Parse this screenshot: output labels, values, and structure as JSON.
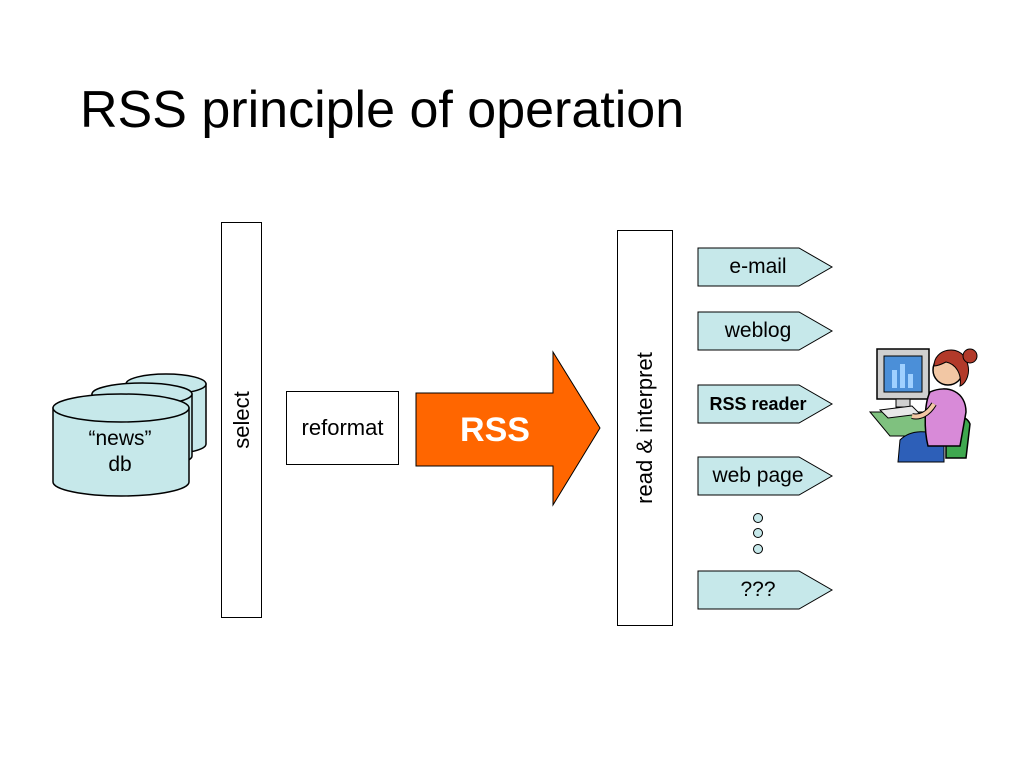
{
  "title": "RSS principle of operation",
  "database": {
    "label_line1": "“news”",
    "label_line2": "db"
  },
  "steps": {
    "select": "select",
    "reformat": "reformat",
    "rss": "RSS",
    "read": "read & interpret"
  },
  "outputs": [
    "e-mail",
    "weblog",
    "RSS reader",
    "web page",
    "???"
  ],
  "colors": {
    "arrow": "#ff6600",
    "tag": "#c6e8ea",
    "dots": "#c6e8ea"
  }
}
